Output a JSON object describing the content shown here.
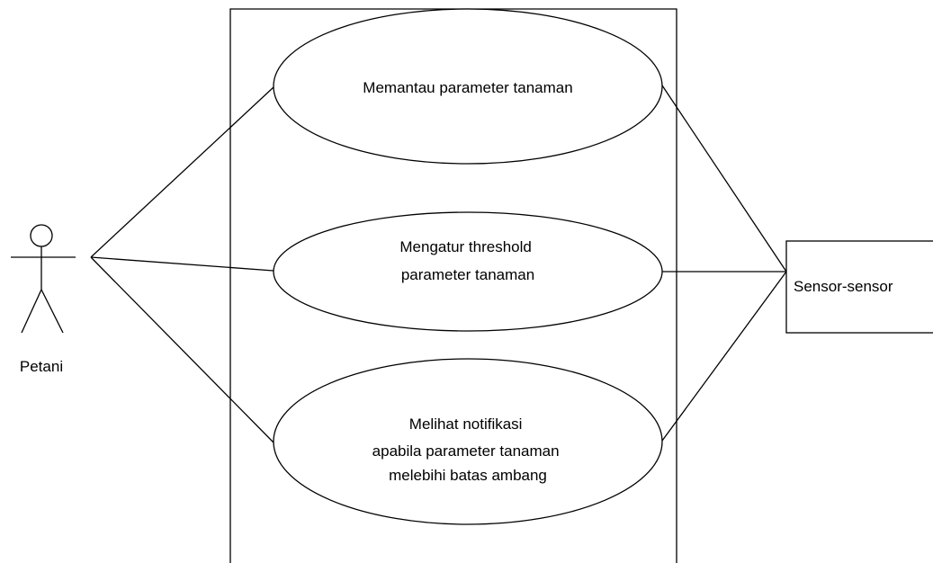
{
  "diagram": {
    "type": "use-case",
    "actors": {
      "primary": {
        "name": "Petani",
        "icon": "stick-figure-icon"
      },
      "secondary": {
        "name": "Sensor-sensor"
      }
    },
    "use_cases": [
      {
        "lines": [
          "Memantau parameter tanaman"
        ]
      },
      {
        "lines": [
          "Mengatur threshold",
          "parameter tanaman"
        ]
      },
      {
        "lines": [
          "Melihat notifikasi",
          "apabila parameter tanaman",
          "melebihi batas ambang"
        ]
      }
    ],
    "colors": {
      "stroke": "#000000",
      "background": "#ffffff"
    }
  }
}
